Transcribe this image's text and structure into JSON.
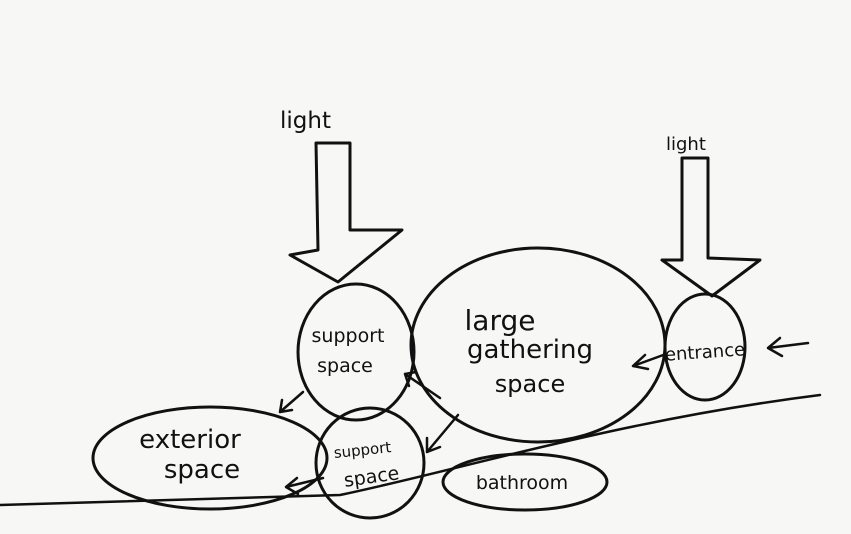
{
  "light_labels": [
    "light",
    "light"
  ],
  "spaces": {
    "large_gathering": [
      "large",
      "gathering",
      "space"
    ],
    "support_upper": [
      "support",
      "space"
    ],
    "support_lower": [
      "support",
      "space"
    ],
    "exterior": [
      "exterior",
      "space"
    ],
    "bathroom": "bathroom",
    "entrance": "entrance"
  },
  "colors": {
    "ink": "#111111",
    "paper": "#f7f7f5"
  }
}
